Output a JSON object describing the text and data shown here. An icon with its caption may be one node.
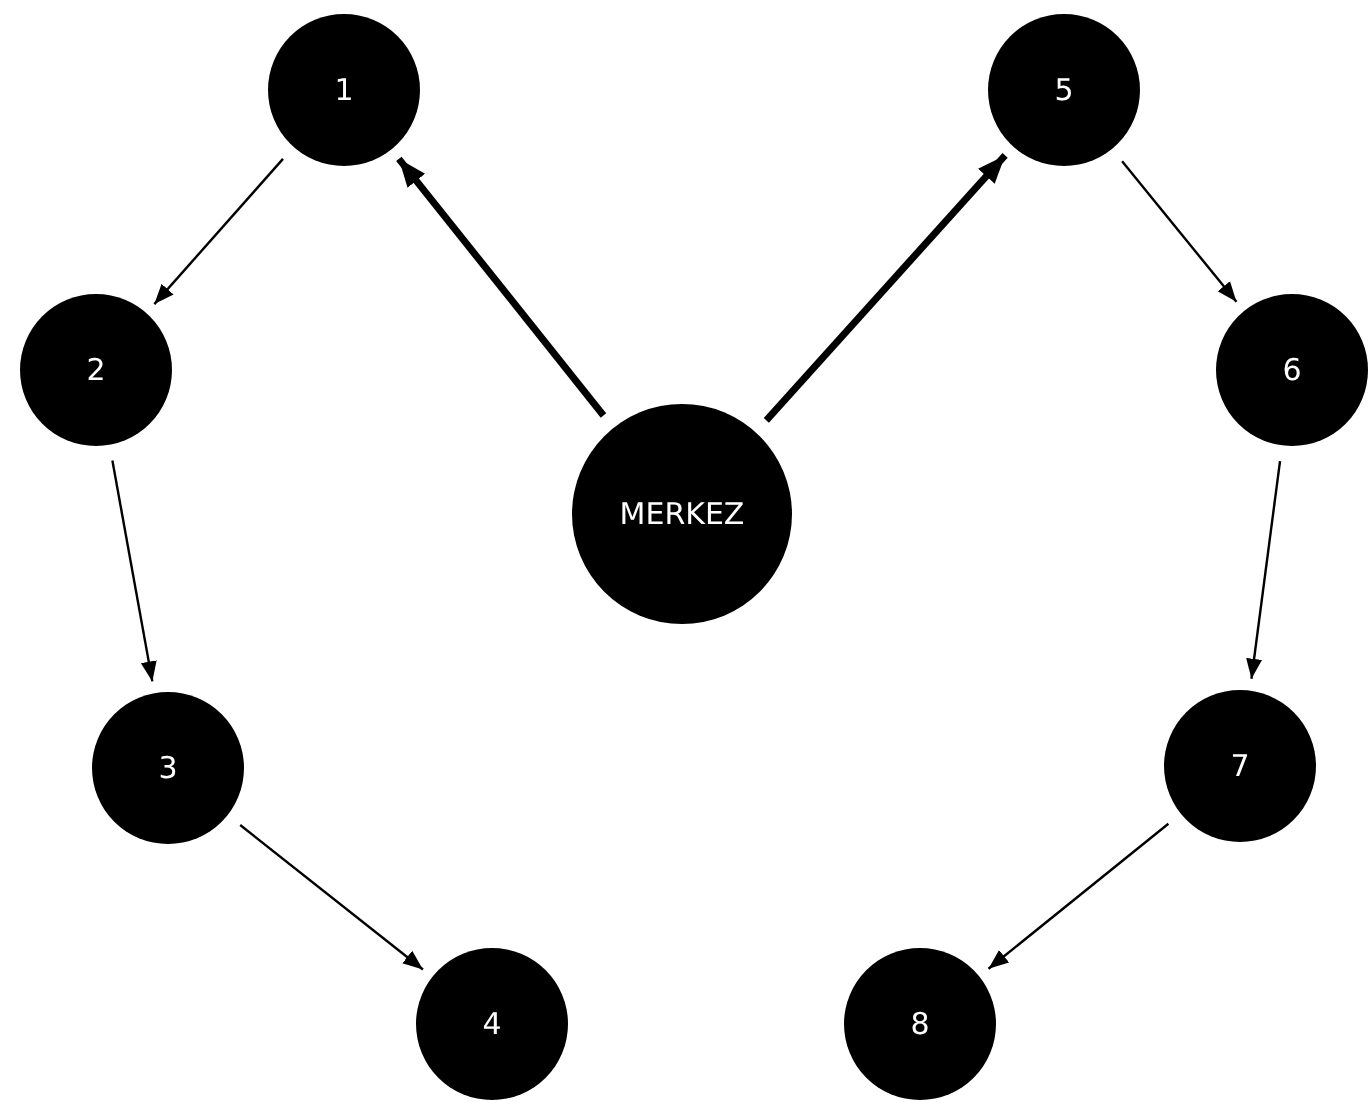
{
  "diagram": {
    "nodes": [
      {
        "text": [
          "1"
        ]
      },
      {
        "text": [
          "5"
        ]
      },
      {
        "text": [
          "2"
        ]
      },
      {
        "text": [
          "6"
        ]
      },
      {
        "text": [
          "MERKEZ"
        ]
      },
      {
        "text": [
          "3"
        ]
      },
      {
        "text": [
          "7"
        ]
      },
      {
        "text": [
          "4"
        ]
      },
      {
        "text": [
          "8"
        ]
      }
    ],
    "edges": [
      {
        "from": 4,
        "to": 0,
        "arrow": "to",
        "style": "thick"
      },
      {
        "from": 4,
        "to": 1,
        "arrow": "to",
        "style": "thick"
      },
      {
        "from": 0,
        "to": 2,
        "arrow": "to"
      },
      {
        "from": 2,
        "to": 5,
        "arrow": "to"
      },
      {
        "from": 5,
        "to": 7,
        "arrow": "to"
      },
      {
        "from": 1,
        "to": 3,
        "arrow": "to"
      },
      {
        "from": 3,
        "to": 6,
        "arrow": "to"
      },
      {
        "from": 6,
        "to": 8,
        "arrow": "to"
      }
    ]
  }
}
